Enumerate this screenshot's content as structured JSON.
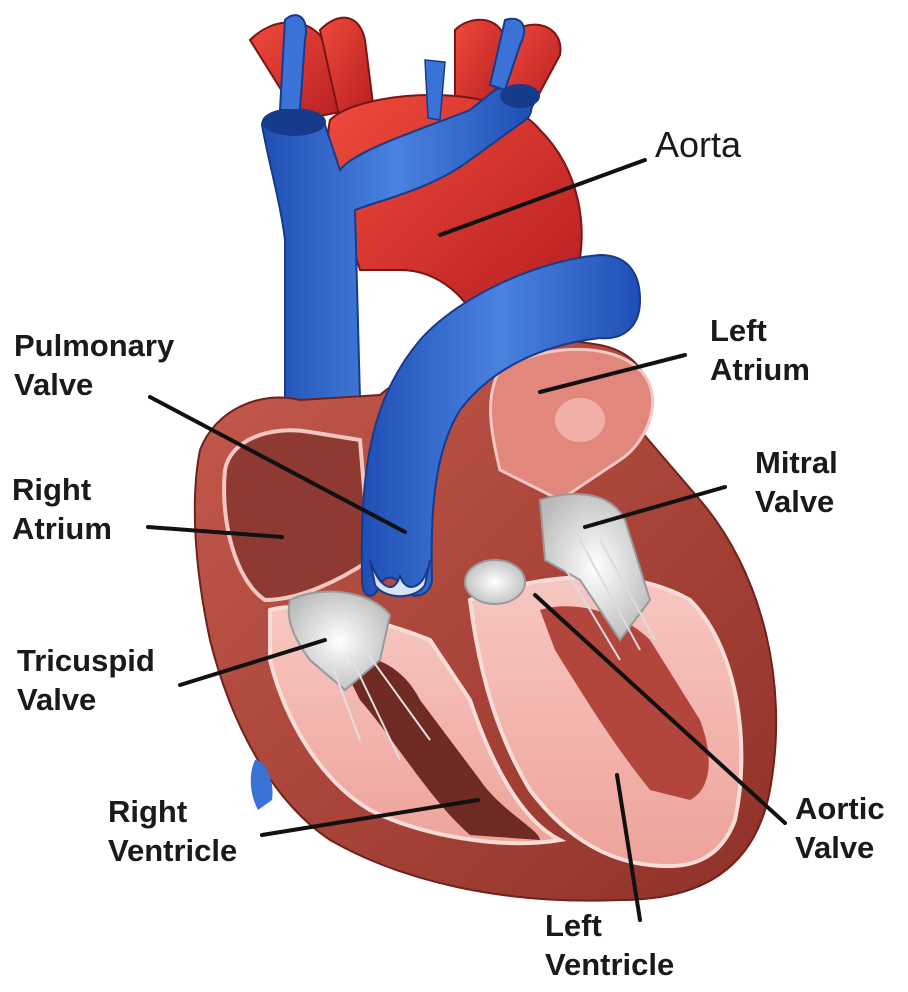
{
  "diagram": {
    "labels": {
      "aorta": [
        "Aorta"
      ],
      "left_atrium": [
        "Left",
        "Atrium"
      ],
      "pulmonary_valve": [
        "Pulmonary",
        "Valve"
      ],
      "mitral_valve": [
        "Mitral",
        "Valve"
      ],
      "right_atrium": [
        "Right",
        "Atrium"
      ],
      "tricuspid_valve": [
        "Tricuspid",
        "Valve"
      ],
      "right_ventricle": [
        "Right",
        "Ventricle"
      ],
      "aortic_valve": [
        "Aortic",
        "Valve"
      ],
      "left_ventricle": [
        "Left",
        "Ventricle"
      ]
    },
    "colors": {
      "arterial_red": "#d42a2a",
      "venous_blue": "#2f63c8",
      "muscle": "#b24a3e",
      "chamber_pink": "#f3b3ad",
      "valve_white": "#e6e6e6",
      "leader_line": "#111111"
    }
  }
}
